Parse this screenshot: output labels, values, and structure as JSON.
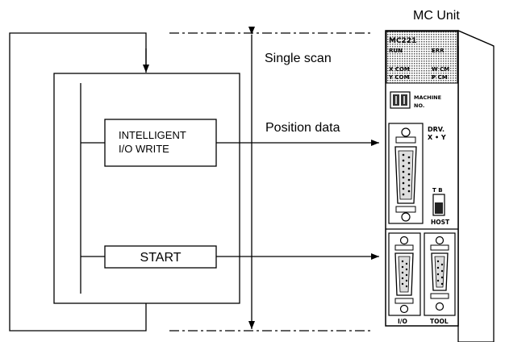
{
  "unit_label": "MC Unit",
  "scan_label": "Single scan",
  "position_label": "Position data",
  "ladder": {
    "write_line1": "INTELLIGENT",
    "write_line2": "I/O WRITE",
    "start_label": "START"
  },
  "device": {
    "model": "MC221",
    "led_run": "RUN",
    "led_err": "ERR",
    "led_xcom": "X COM",
    "led_ycom": "Y COM",
    "led_wcm": "W CM",
    "led_pcm": "P CM",
    "machine_line1": "MACHINE",
    "machine_line2": "NO.",
    "drv_line1": "DRV.",
    "drv_line2": "X • Y",
    "switch_top": "T   B",
    "host": "HOST",
    "io": "I/O",
    "tool": "TOOL"
  }
}
